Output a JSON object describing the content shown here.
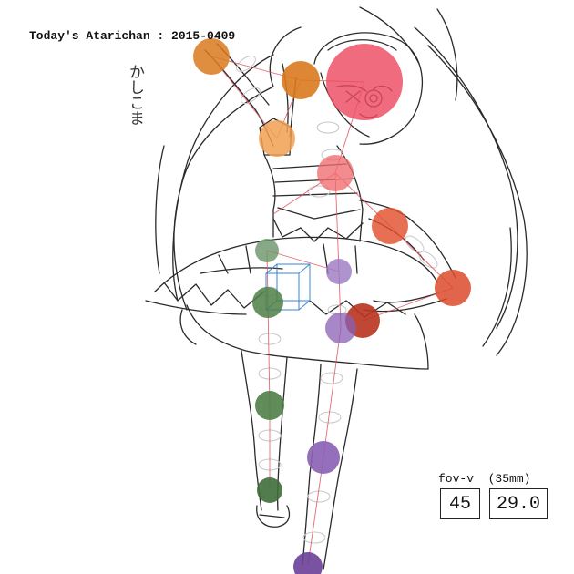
{
  "title": "Today's Atarichan : 2015-0409",
  "handwriting": "かしこま",
  "fov": {
    "label": "fov-v",
    "lens": "(35mm)",
    "degrees": "45",
    "focal": "29.0"
  },
  "joint_colors": {
    "head": "#ee4b62",
    "right_arm": "#ee9a3e",
    "left_arm": "#e2502e",
    "right_leg": "#4e7f47",
    "left_leg": "#8a5fb4",
    "bone": "#e0505a",
    "ring": "#c8c8c8",
    "gizmo": "#3a86d8"
  }
}
